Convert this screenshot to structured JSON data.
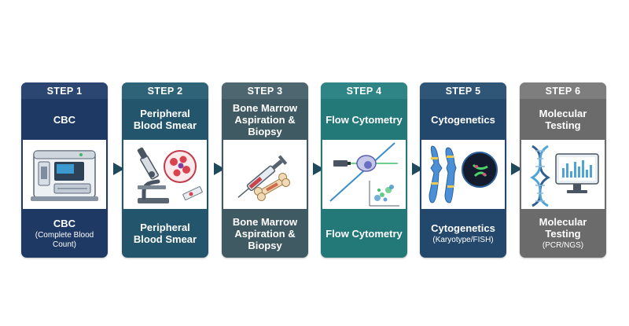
{
  "steps": [
    {
      "step": "STEP 1",
      "top": "CBC",
      "bottom_title": "CBC",
      "bottom_sub": "(Complete Blood Count)",
      "head_color": "#2b4671",
      "body_color": "#1e3a64",
      "icon": "hematology-analyzer-icon"
    },
    {
      "step": "STEP 2",
      "top": "Peripheral Blood Smear",
      "bottom_title": "Peripheral Blood Smear",
      "bottom_sub": "",
      "head_color": "#2f6478",
      "body_color": "#23566c",
      "icon": "microscope-icon"
    },
    {
      "step": "STEP 3",
      "top": "Bone Marrow Aspiration & Biopsy",
      "bottom_title": "Bone Marrow Aspiration & Biopsy",
      "bottom_sub": "",
      "head_color": "#4d6670",
      "body_color": "#405a64",
      "icon": "syringe-bone-icon"
    },
    {
      "step": "STEP 4",
      "top": "Flow Cytometry",
      "bottom_title": "Flow Cytometry",
      "bottom_sub": "",
      "head_color": "#2f8585",
      "body_color": "#237878",
      "icon": "flow-cytometry-icon"
    },
    {
      "step": "STEP 5",
      "top": "Cytogenetics",
      "bottom_title": "Cytogenetics",
      "bottom_sub": "(Karyotype/FISH)",
      "head_color": "#2f5577",
      "body_color": "#24486b",
      "icon": "chromosome-icon"
    },
    {
      "step": "STEP 6",
      "top": "Molecular Testing",
      "bottom_title": "Molecular Testing",
      "bottom_sub": "(PCR/NGS)",
      "head_color": "#7e7e7e",
      "body_color": "#6b6b6b",
      "icon": "dna-monitor-icon"
    }
  ],
  "arrow_color": "#1f4a5c"
}
